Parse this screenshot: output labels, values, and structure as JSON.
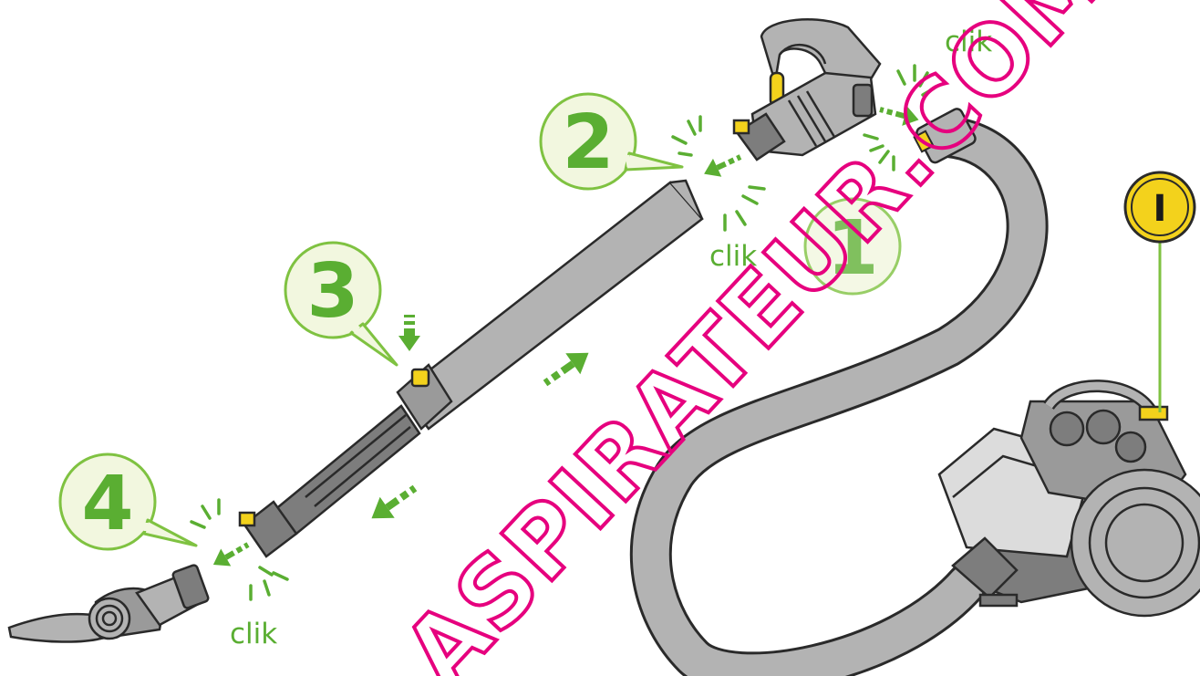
{
  "steps": [
    {
      "number": "1"
    },
    {
      "number": "2"
    },
    {
      "number": "3"
    },
    {
      "number": "4"
    }
  ],
  "clik_labels": [
    "clik",
    "clik",
    "clik"
  ],
  "power_symbol": "I",
  "watermark": "ASPIRATEUR.COM",
  "colors": {
    "accent_green": "#5aae32",
    "bubble_fill": "#f2f7df",
    "bubble_stroke": "#7fc241",
    "part_gray": "#b3b3b3",
    "part_dark": "#7d7d7d",
    "outline": "#2a2a2a",
    "yellow": "#f3d21c",
    "watermark": "#e6007e"
  }
}
